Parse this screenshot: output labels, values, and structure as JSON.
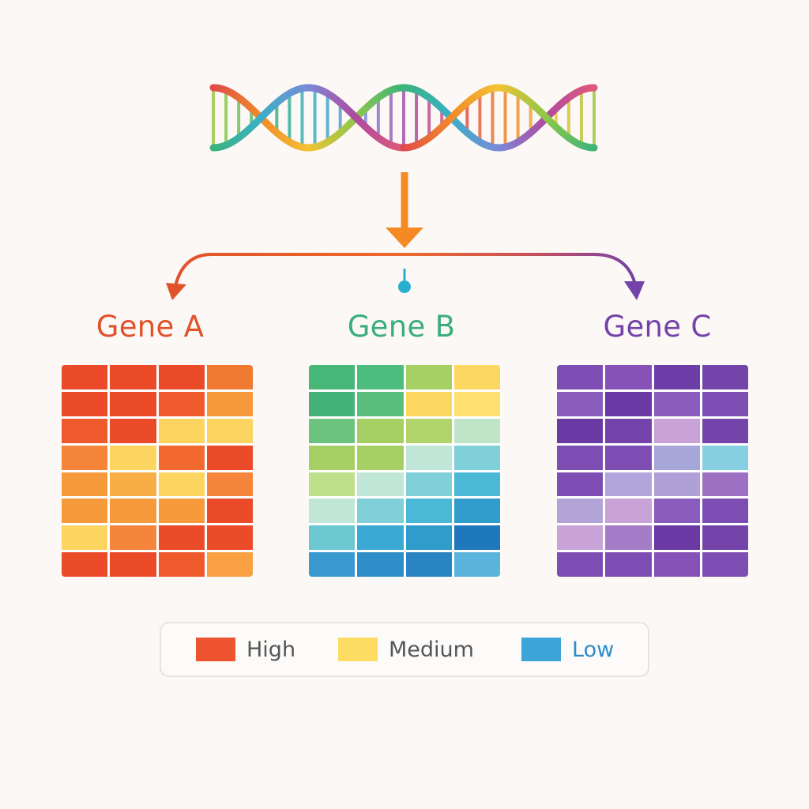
{
  "genes": [
    {
      "label": "Gene A",
      "label_color": "#e0522a",
      "cells": [
        [
          "#ec4b2a",
          "#ec4b2a",
          "#ec4b2a",
          "#f07a32"
        ],
        [
          "#ec4b2a",
          "#ec4b2a",
          "#ee5a2c",
          "#f79a3c"
        ],
        [
          "#ee5a2c",
          "#ec4b2a",
          "#fcd560",
          "#fcd560"
        ],
        [
          "#f5853a",
          "#fcd560",
          "#f36a30",
          "#ec4b2a"
        ],
        [
          "#f79a3c",
          "#f9ae45",
          "#fcd560",
          "#f5853a"
        ],
        [
          "#f79a3c",
          "#f79a3c",
          "#f79a3c",
          "#ec4b2a"
        ],
        [
          "#fcd560",
          "#f5853a",
          "#ec4b2a",
          "#ec4b2a"
        ],
        [
          "#ec4b2a",
          "#ec4b2a",
          "#ee5a2c",
          "#f9a043"
        ]
      ]
    },
    {
      "label": "Gene B",
      "label_color": "#3aae7a",
      "cells": [
        [
          "#48b878",
          "#4cbd7c",
          "#a7d064",
          "#fcd862"
        ],
        [
          "#44b276",
          "#5abf7c",
          "#fcd862",
          "#fde070"
        ],
        [
          "#6cc37e",
          "#a7d064",
          "#b0d46a",
          "#bfe4c8"
        ],
        [
          "#a7d064",
          "#a7d064",
          "#bfe6d6",
          "#7fd0d8"
        ],
        [
          "#bfe08a",
          "#bfe6d6",
          "#7fd0d8",
          "#4ab8d6"
        ],
        [
          "#bfe6d6",
          "#7fd0d8",
          "#4ab8d6",
          "#2f9ccc"
        ],
        [
          "#6cc8d0",
          "#3aaad4",
          "#2f9ccc",
          "#1f78bc"
        ],
        [
          "#3a9ad0",
          "#2f8ec8",
          "#2a84c2",
          "#5ab4dc"
        ]
      ]
    },
    {
      "label": "Gene C",
      "label_color": "#7442a8",
      "cells": [
        [
          "#7e4db3",
          "#8652b8",
          "#6e3ea8",
          "#7444ab"
        ],
        [
          "#8a5cbd",
          "#6a39a4",
          "#8a5cbd",
          "#7e4db3"
        ],
        [
          "#6a39a4",
          "#7444ab",
          "#c9a3d8",
          "#7444ab"
        ],
        [
          "#7e4db3",
          "#7e4db3",
          "#a6a6d8",
          "#86cfe0"
        ],
        [
          "#7e4db3",
          "#b0a6dc",
          "#b0a0d8",
          "#9d70c4"
        ],
        [
          "#b3a4d8",
          "#c9a3d8",
          "#8a5cbd",
          "#7e4db3"
        ],
        [
          "#c9a3d8",
          "#a47cc8",
          "#6a39a4",
          "#7444ab"
        ],
        [
          "#7e4db3",
          "#7e4db3",
          "#8652b8",
          "#7e4db3"
        ]
      ]
    }
  ],
  "legend": {
    "items": [
      {
        "label": "High",
        "color": "#ee5330"
      },
      {
        "label": "Medium",
        "color": "#fcdc62"
      },
      {
        "label": "Low",
        "color": "#3da4d8",
        "text_color": "#2e8cc8"
      }
    ]
  },
  "colors": {
    "main_arrow": "#f58a24",
    "branch_arrow": "#ee6a2c",
    "branch_left_arrow": "#e0522a",
    "branch_right_arrow": "#7442a8",
    "center_marker": "#2aaed0"
  }
}
